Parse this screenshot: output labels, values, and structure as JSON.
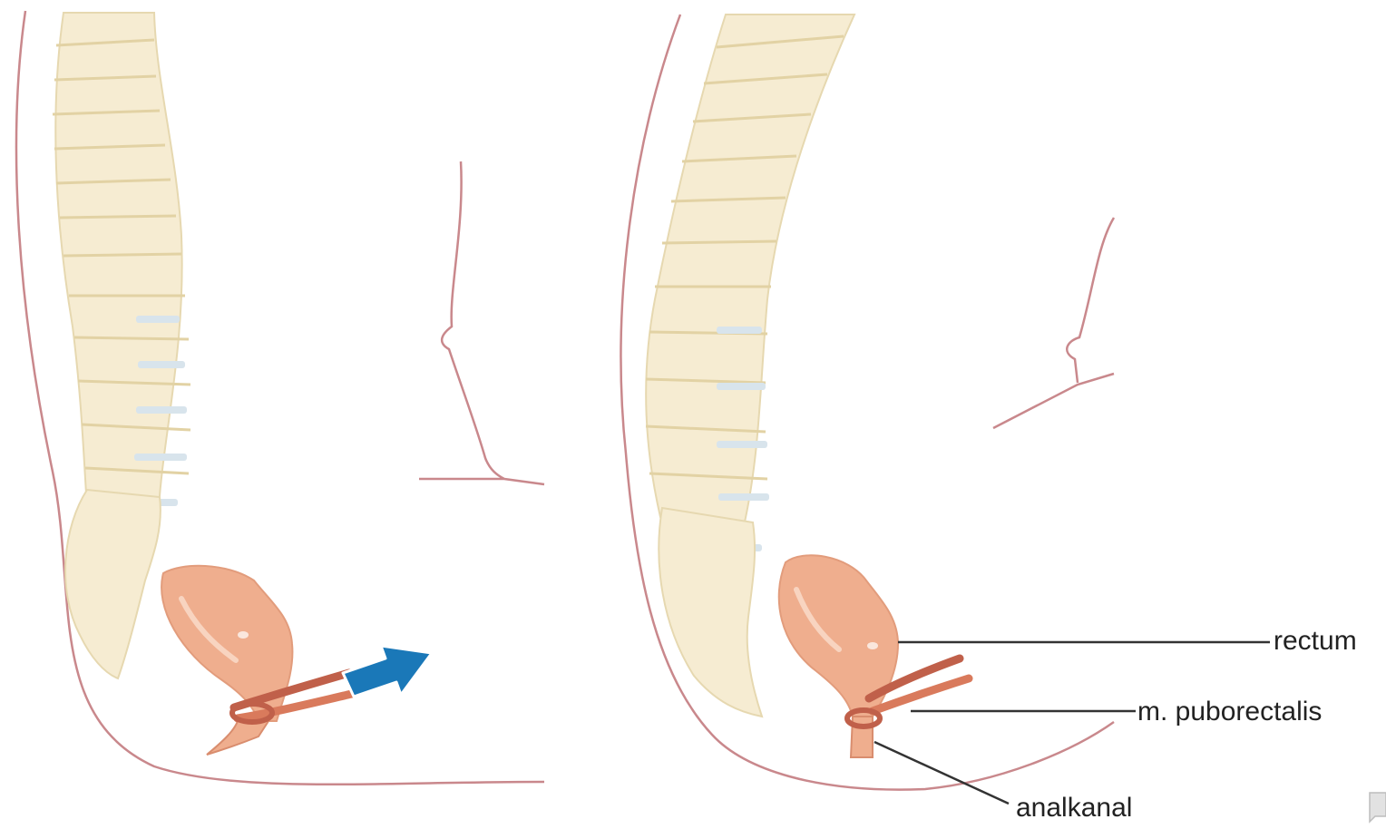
{
  "labels": {
    "rectum": "rectum",
    "puborectalis": "m. puborectalis",
    "analkanal": "analkanal"
  },
  "colors": {
    "body_outline": "#c9888c",
    "bone_fill": "#f6ecd2",
    "bone_stroke": "#e6d8b0",
    "disc": "#d8e4ec",
    "rectum_fill": "#efae8e",
    "rectum_highlight": "#f8d4c0",
    "muscle": "#d97a5c",
    "muscle_dark": "#c0604a",
    "arrow": "#1a78b8",
    "leader_line": "#333333",
    "label_text": "#222222"
  },
  "icons": {
    "left_panel_arrow": "blue-arrow-icon",
    "corner_widget": "speech-bubble-icon"
  }
}
